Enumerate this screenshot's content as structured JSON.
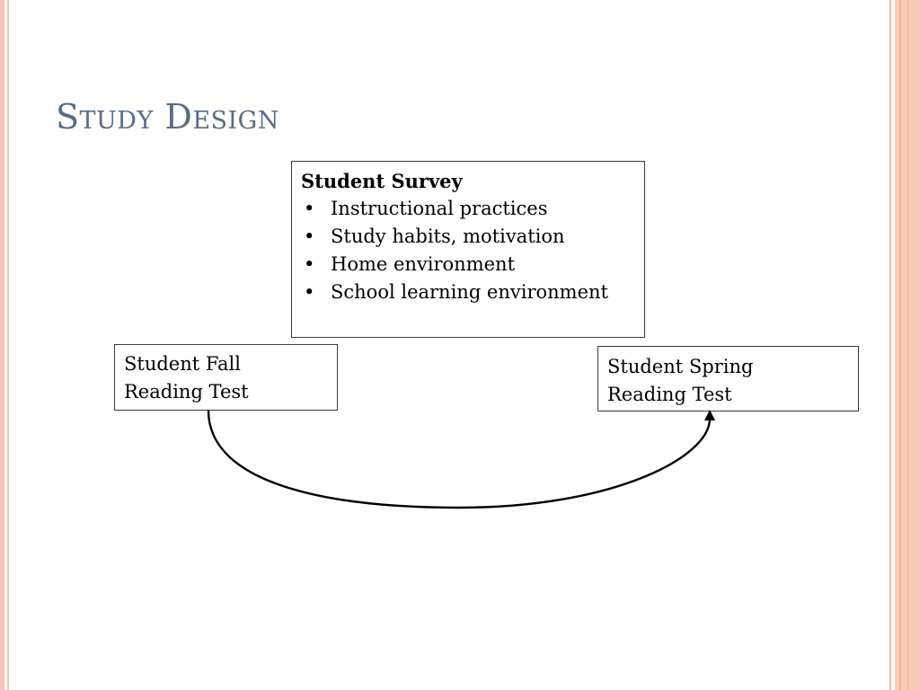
{
  "slide": {
    "title": "Study Design"
  },
  "diagram": {
    "survey": {
      "heading": "Student Survey",
      "bullet_symbol": "•",
      "items": [
        "Instructional practices",
        "Study habits, motivation",
        "Home environment",
        "School learning environment"
      ]
    },
    "fall_test": {
      "line1": "Student Fall",
      "line2": "Reading Test"
    },
    "spring_test": {
      "line1": "Student Spring",
      "line2": "Reading Test"
    }
  },
  "colors": {
    "title": "#596c84",
    "border_accent": "#f8cbb8",
    "box_border": "#3a3a3a"
  }
}
